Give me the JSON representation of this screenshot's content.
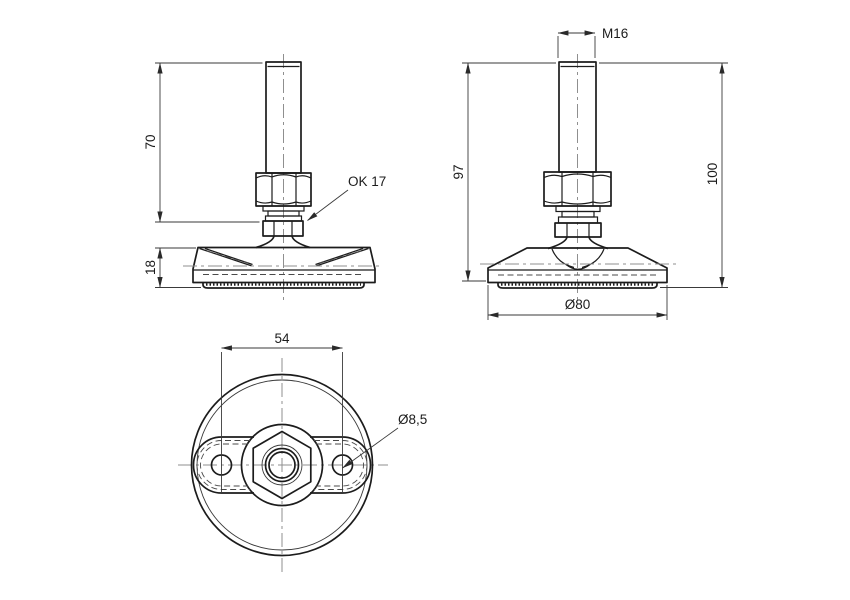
{
  "drawing": {
    "title": "Adjustable levelling foot — dimensioned technical drawing",
    "colors": {
      "background": "#ffffff",
      "outline": "#1c1c1c",
      "dimension": "#3a3a3a",
      "centerline": "#8f8f8f"
    },
    "front_view": {
      "thread_length": "70",
      "base_height": "18",
      "wrench_size": "OK 17"
    },
    "side_view": {
      "thread_spec": "M16",
      "height_to_base": "97",
      "total_height": "100",
      "base_diameter": "Ø80"
    },
    "bottom_view": {
      "hole_spacing": "54",
      "hole_diameter": "Ø8,5"
    }
  }
}
